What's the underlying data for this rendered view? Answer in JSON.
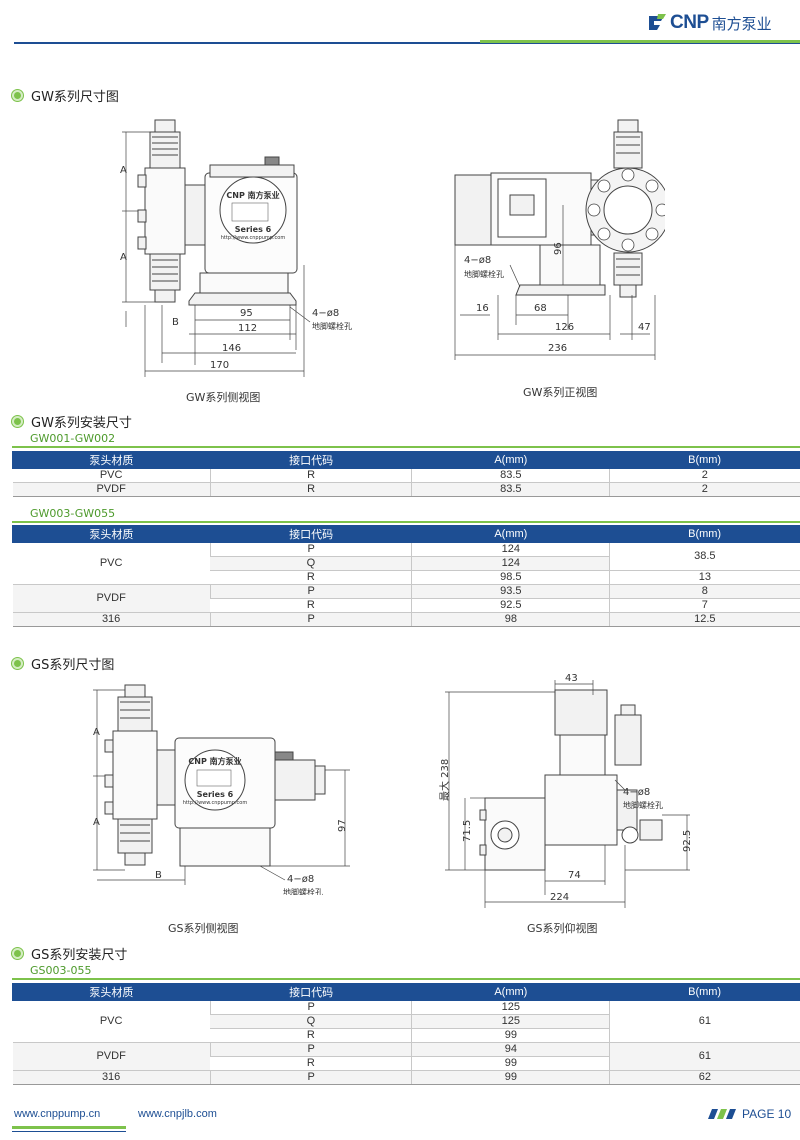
{
  "header": {
    "logo_text": "CNP",
    "logo_cn": "南方泵业"
  },
  "sections": {
    "gw_dims": {
      "title": "GW系列尺寸图"
    },
    "gw_install": {
      "title": "GW系列安装尺寸"
    },
    "gs_dims": {
      "title": "GS系列尺寸图"
    },
    "gs_install": {
      "title": "GS系列安装尺寸"
    }
  },
  "figures": {
    "gw_side": {
      "caption": "GW系列侧视图",
      "dims": {
        "a": "A",
        "b": "B",
        "d95": "95",
        "d112": "112",
        "d146": "146",
        "d170": "170",
        "bolt": "4−ø8",
        "bolt_label": "地脚螺栓孔"
      },
      "nameplate": {
        "brand": "CNP 南方泵业",
        "series": "Series 6",
        "url": "http://www.cnppump.com"
      }
    },
    "gw_front": {
      "caption": "GW系列正视图",
      "dims": {
        "bolt": "4−ø8",
        "bolt_label": "地脚螺栓孔",
        "d96": "96",
        "d16": "16",
        "d68": "68",
        "d126": "126",
        "d47": "47",
        "d236": "236"
      }
    },
    "gs_side": {
      "caption": "GS系列侧视图",
      "dims": {
        "a": "A",
        "b": "B",
        "d97": "97",
        "bolt": "4−ø8",
        "bolt_label": "地脚螺栓孔"
      },
      "nameplate": {
        "brand": "CNP 南方泵业",
        "series": "Series 6",
        "url": "http://www.cnppump.com"
      }
    },
    "gs_bottom": {
      "caption": "GS系列仰视图",
      "dims": {
        "d43": "43",
        "max238": "最大 238",
        "d71_5": "71.5",
        "d92_5": "92.5",
        "d74": "74",
        "d224": "224",
        "bolt": "4−ø8",
        "bolt_label": "地脚螺栓孔"
      }
    }
  },
  "tables": {
    "headers": [
      "泵头材质",
      "接口代码",
      "A(mm)",
      "B(mm)"
    ],
    "gw001": {
      "subtitle": "GW001-GW002",
      "rows": [
        [
          "PVC",
          "R",
          "83.5",
          "2"
        ],
        [
          "PVDF",
          "R",
          "83.5",
          "2"
        ]
      ]
    },
    "gw003": {
      "subtitle": "GW003-GW055",
      "rows": [
        {
          "material": "PVC",
          "code": "P",
          "a": "124",
          "b": "38.5"
        },
        {
          "code": "Q",
          "a": "124"
        },
        {
          "code": "R",
          "a": "98.5",
          "b": "13"
        },
        {
          "material": "PVDF",
          "code": "P",
          "a": "93.5",
          "b": "8"
        },
        {
          "code": "R",
          "a": "92.5",
          "b": "7"
        },
        {
          "material": "316",
          "code": "P",
          "a": "98",
          "b": "12.5"
        }
      ]
    },
    "gs003": {
      "subtitle": "GS003-055",
      "rows": [
        {
          "material": "PVC",
          "code": "P",
          "a": "125",
          "b": "61"
        },
        {
          "code": "Q",
          "a": "125"
        },
        {
          "code": "R",
          "a": "99"
        },
        {
          "material": "PVDF",
          "code": "P",
          "a": "94",
          "b": "61"
        },
        {
          "code": "R",
          "a": "99"
        },
        {
          "material": "316",
          "code": "P",
          "a": "99",
          "b": "62"
        }
      ]
    }
  },
  "footer": {
    "url1": "www.cnppump.cn",
    "url2": "www.cnpjlb.com",
    "page": "PAGE 10"
  },
  "colors": {
    "brand_blue": "#1d4e93",
    "accent_green": "#7dc24b"
  }
}
